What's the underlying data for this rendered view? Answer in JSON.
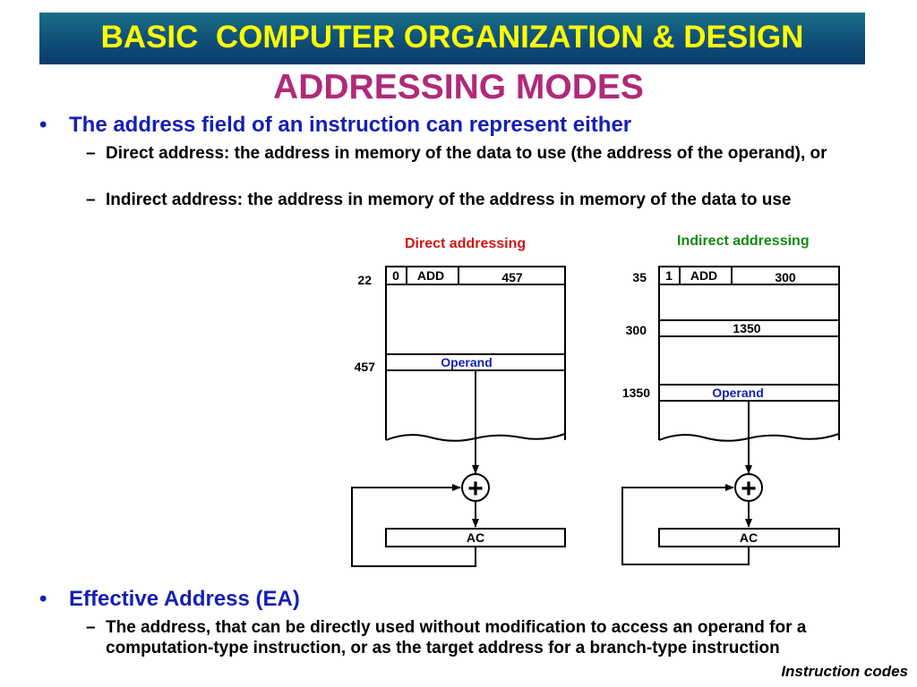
{
  "header": {
    "banner_title": "BASIC  COMPUTER ORGANIZATION & DESIGN",
    "section_title": "ADDRESSING MODES"
  },
  "bullets": [
    {
      "text": "The address field of an instruction can represent either",
      "sub": [
        "Direct address: the address in memory of the data to use (the address of the operand), or",
        "Indirect address: the address in memory of the address in memory of the data to use"
      ]
    },
    {
      "text": "Effective Address (EA)",
      "sub": [
        "The address, that can be directly used without modification to access an operand for a computation-type instruction, or as the target address for a branch-type instruction"
      ]
    }
  ],
  "symbols": {
    "bullet": "•",
    "dash": "–",
    "adder": "+"
  },
  "diagrams": {
    "direct": {
      "title": "Direct addressing",
      "title_color": "#d21414",
      "instr_addr": "22",
      "mode_bit": "0",
      "opcode": "ADD",
      "address_field": "457",
      "operand_addr": "457",
      "operand_label": "Operand",
      "register": "AC"
    },
    "indirect": {
      "title": "Indirect addressing",
      "title_color": "#138a13",
      "instr_addr": "35",
      "mode_bit": "1",
      "opcode": "ADD",
      "address_field": "300",
      "pointer_addr": "300",
      "pointer_value": "1350",
      "operand_addr": "1350",
      "operand_label": "Operand",
      "register": "AC"
    }
  },
  "colors": {
    "operand_text": "#1420b4"
  },
  "footer": "Instruction codes"
}
